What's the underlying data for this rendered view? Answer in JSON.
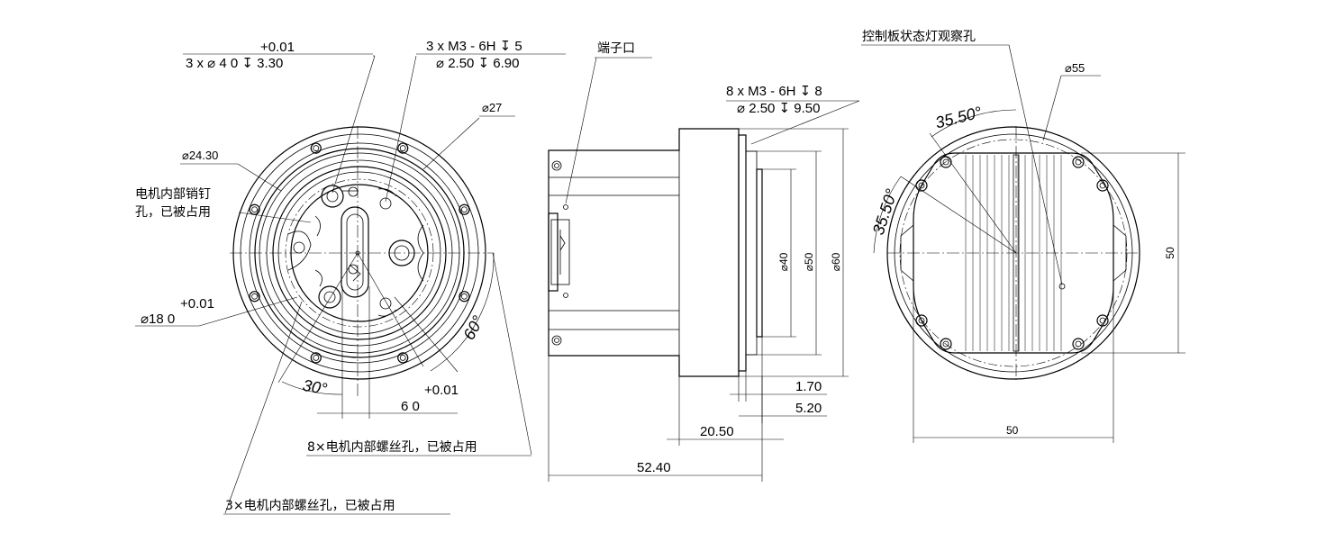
{
  "front_view": {
    "hole_callout": {
      "tol": "+0.01",
      "main": "3 x ⌀ 4   0       ↧ 3.30"
    },
    "thread_callout": {
      "line1": "3 x  M3 - 6H ↧ 5",
      "line2": "⌀ 2.50 ↧ 6.90"
    },
    "dia_27": "⌀27",
    "dia_24": "⌀24.30",
    "pin_hole_note": {
      "line1": "电机内部销钉",
      "line2": "孔，已被占用"
    },
    "dia_18": {
      "tol": "+0.01",
      "main": "⌀18   0"
    },
    "angle_60": "60°",
    "angle_30": "30°",
    "dim_6": {
      "tol": "+0.01",
      "main": "6   0"
    },
    "note_8x": "8×电机内部螺丝孔，已被占用",
    "note_3x": "3×电机内部螺丝孔，已被占用"
  },
  "side_view": {
    "terminal_label": "端子口",
    "thread_callout": {
      "line1": "8 x  M3 - 6H ↧ 8",
      "line2": "⌀ 2.50 ↧ 9.50"
    },
    "dia_40": "⌀40",
    "dia_50": "⌀50",
    "dia_60": "⌀60",
    "dim_170": "1.70",
    "dim_520": "5.20",
    "dim_2050": "20.50",
    "dim_5240": "52.40"
  },
  "rear_view": {
    "status_light_label": "控制板状态灯观察孔",
    "dia_55": "⌀55",
    "angle_top": "35.50°",
    "angle_left": "35.50°",
    "dim_height": "50",
    "dim_width": "50"
  }
}
